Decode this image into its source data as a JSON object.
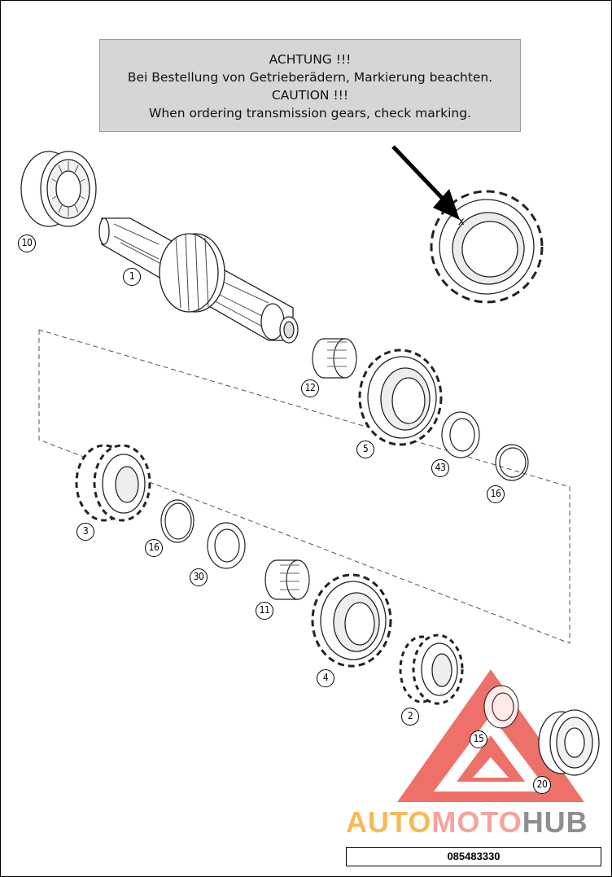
{
  "notice": {
    "line1": "ACHTUNG !!!",
    "line2": "Bei Bestellung von Getrieberädern, Markierung beachten.",
    "line3": "CAUTION !!!",
    "line4": "When ordering transmission gears, check marking."
  },
  "marking_symbol": "x",
  "callouts": {
    "c1": "1",
    "c2": "2",
    "c3": "3",
    "c4": "4",
    "c5": "5",
    "c10": "10",
    "c11": "11",
    "c12": "12",
    "c15": "15",
    "c16a": "16",
    "c16b": "16",
    "c20": "20",
    "c30": "30",
    "c43": "43"
  },
  "watermark": {
    "part1": "AUTO",
    "part2": "MOTO",
    "part3": "HUB"
  },
  "watermark_colors": {
    "auto": "#f7b955",
    "moto": "#f6a39c",
    "hub": "#8f8f8f",
    "triangle": "#ee6a62"
  },
  "part_number": "085483330"
}
